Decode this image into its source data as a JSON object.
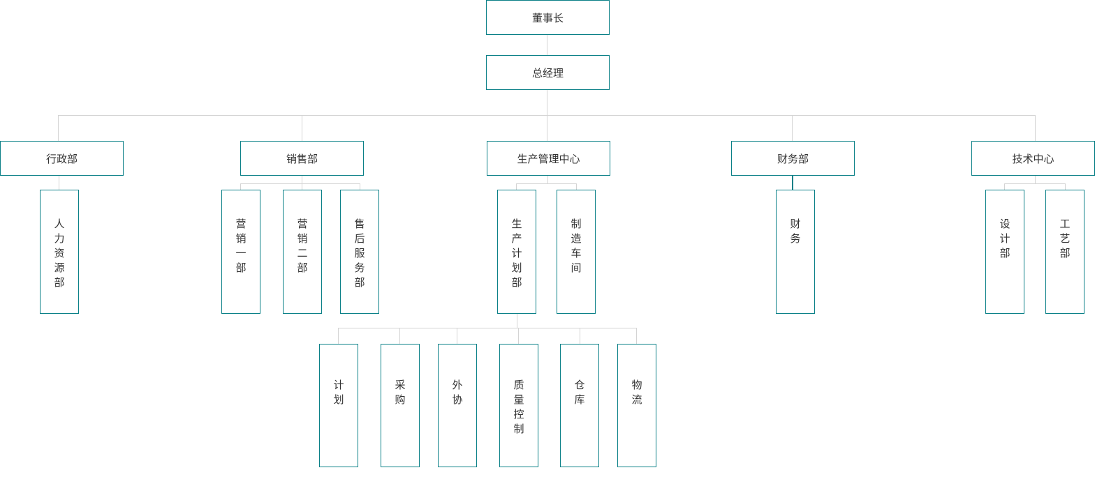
{
  "colors": {
    "border": "#0a8087",
    "connector": "#d4d4d4"
  },
  "chairman": "董事长",
  "gm": "总经理",
  "departments": [
    "行政部",
    "销售部",
    "生产管理中心",
    "财务部",
    "技术中心"
  ],
  "sub": {
    "admin": [
      "人力资源部"
    ],
    "sales": [
      "营销一部",
      "营销二部",
      "售后服务部"
    ],
    "production": [
      "生产计划部",
      "制造车间"
    ],
    "finance": [
      "财务"
    ],
    "tech": [
      "设计部",
      "工艺部"
    ]
  },
  "planning_sub": [
    "计划",
    "采购",
    "外协",
    "质量控制",
    "仓库",
    "物流"
  ]
}
